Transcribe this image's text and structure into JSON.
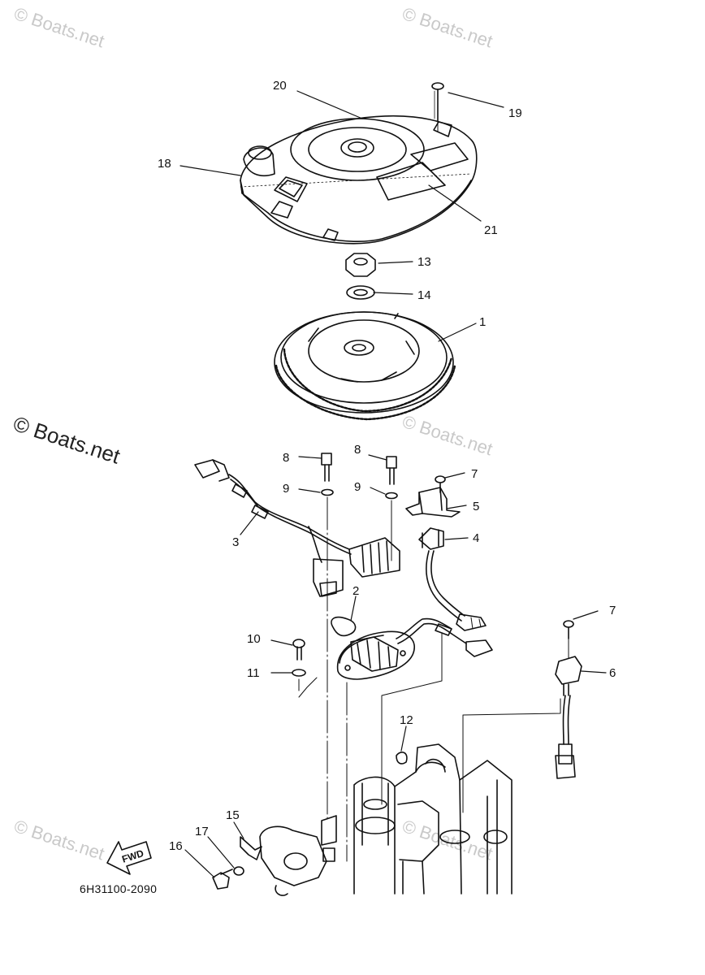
{
  "watermarks": {
    "wm1": "© Boats.net",
    "wm2": "© Boats.net",
    "wm3": "© Boats.net",
    "wm4": "© Boats.net",
    "wm5": "© Boats.net",
    "wm6": "© Boats.net"
  },
  "drawing_code": "6H31100-2090",
  "fwd_label": "FWD",
  "callouts": {
    "c1": "1",
    "c2": "2",
    "c3": "3",
    "c4": "4",
    "c5": "5",
    "c6": "6",
    "c7a": "7",
    "c7b": "7",
    "c8a": "8",
    "c8b": "8",
    "c9a": "9",
    "c9b": "9",
    "c10": "10",
    "c11": "11",
    "c12": "12",
    "c13": "13",
    "c14": "14",
    "c15": "15",
    "c16": "16",
    "c17": "17",
    "c18": "18",
    "c19": "19",
    "c20": "20",
    "c21": "21"
  }
}
